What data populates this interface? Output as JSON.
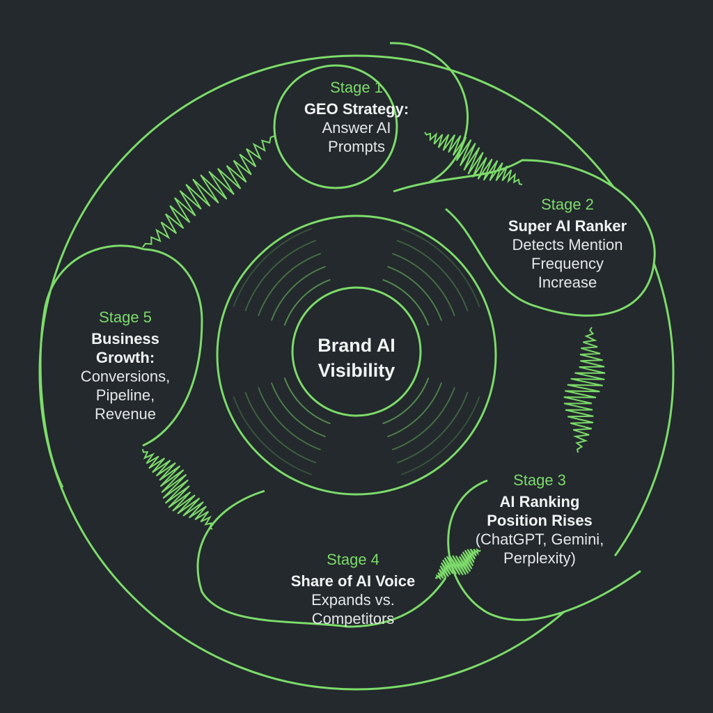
{
  "center": {
    "line1": "Brand AI",
    "line2": "Visibility"
  },
  "stages": [
    {
      "stage": "Stage 1",
      "bold": [
        "GEO Strategy:"
      ],
      "normal": [
        "Answer AI",
        "Prompts"
      ]
    },
    {
      "stage": "Stage 2",
      "bold": [
        "Super AI Ranker"
      ],
      "normal": [
        "Detects Mention",
        "Frequency",
        "Increase"
      ]
    },
    {
      "stage": "Stage 3",
      "bold": [
        "AI Ranking",
        "Position Rises"
      ],
      "normal": [
        "(ChatGPT, Gemini,",
        "Perplexity)"
      ]
    },
    {
      "stage": "Stage 4",
      "bold": [
        "Share of AI Voice"
      ],
      "normal": [
        "Expands vs.",
        "Competitors"
      ]
    },
    {
      "stage": "Stage 5",
      "bold": [
        "Business",
        "Growth:"
      ],
      "normal": [
        "Conversions,",
        "Pipeline,",
        "Revenue"
      ]
    }
  ],
  "colors": {
    "background": "#23292d",
    "accent": "#7ddc6a",
    "text": "#f2f4f4"
  }
}
